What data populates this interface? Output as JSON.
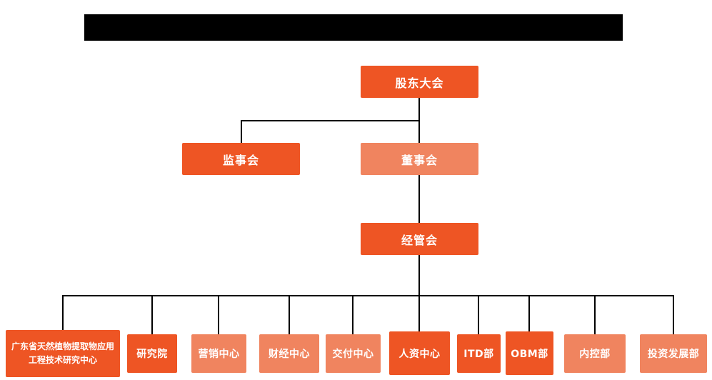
{
  "colors": {
    "primary": "#ee5524",
    "secondary": "#f0845f",
    "line": "#000000",
    "text": "#ffffff",
    "background": "#ffffff",
    "redaction": "#000000"
  },
  "org": {
    "level1": {
      "label": "股东大会",
      "tone": "primary"
    },
    "level2": [
      {
        "label": "监事会",
        "tone": "primary"
      },
      {
        "label": "董事会",
        "tone": "secondary"
      }
    ],
    "level3": {
      "label": "经管会",
      "tone": "primary"
    }
  },
  "departments": [
    {
      "label": "广东省天然植物提取物应用工程技术研究中心",
      "tone": "primary"
    },
    {
      "label": "研究院",
      "tone": "primary"
    },
    {
      "label": "营销中心",
      "tone": "secondary"
    },
    {
      "label": "财经中心",
      "tone": "secondary"
    },
    {
      "label": "交付中心",
      "tone": "secondary"
    },
    {
      "label": "人资中心",
      "tone": "primary"
    },
    {
      "label": "ITD部",
      "tone": "primary"
    },
    {
      "label": "OBM部",
      "tone": "primary"
    },
    {
      "label": "内控部",
      "tone": "secondary"
    },
    {
      "label": "投资发展部",
      "tone": "secondary"
    }
  ]
}
